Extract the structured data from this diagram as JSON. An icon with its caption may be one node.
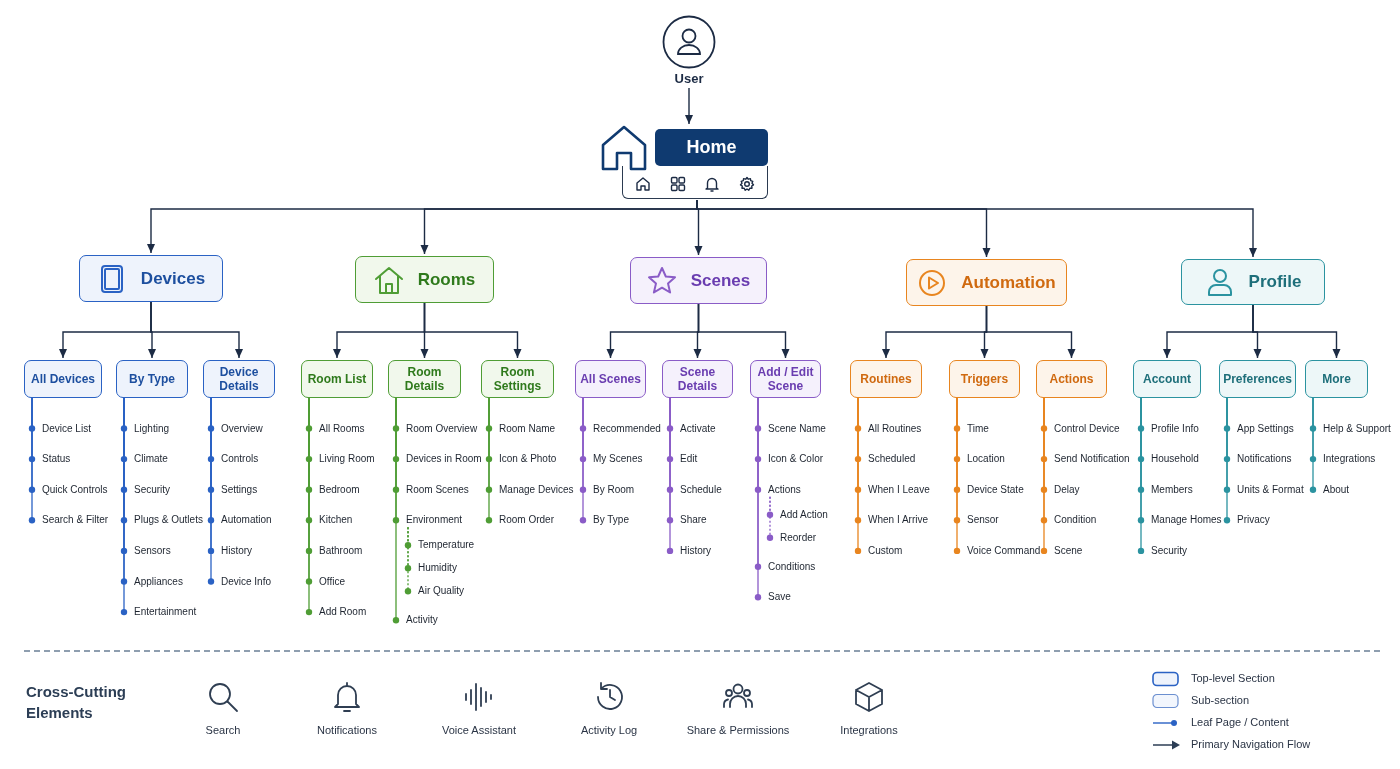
{
  "diagram": {
    "nodes": [
      {
        "text": [
          "User"
        ]
      },
      {
        "text": [
          "Home"
        ]
      },
      {
        "text": [
          "Devices"
        ]
      },
      {
        "text": [
          "Rooms"
        ]
      },
      {
        "text": [
          "Scenes"
        ]
      },
      {
        "text": [
          "Automation"
        ]
      },
      {
        "text": [
          "Profile"
        ]
      },
      {
        "text": [
          "All Devices"
        ]
      },
      {
        "text": [
          "By Type"
        ]
      },
      {
        "text": [
          "Device Details"
        ]
      },
      {
        "text": [
          "Room List"
        ]
      },
      {
        "text": [
          "Room Details"
        ]
      },
      {
        "text": [
          "Room Settings"
        ]
      },
      {
        "text": [
          "All Scenes"
        ]
      },
      {
        "text": [
          "Scene Details"
        ]
      },
      {
        "text": [
          "Add / Edit Scene"
        ]
      },
      {
        "text": [
          "Routines"
        ]
      },
      {
        "text": [
          "Triggers"
        ]
      },
      {
        "text": [
          "Actions"
        ]
      },
      {
        "text": [
          "Account"
        ]
      },
      {
        "text": [
          "Preferences"
        ]
      },
      {
        "text": [
          "More"
        ]
      },
      {
        "text": [
          "Device List"
        ]
      },
      {
        "text": [
          "Status"
        ]
      },
      {
        "text": [
          "Quick Controls"
        ]
      },
      {
        "text": [
          "Search & Filter"
        ]
      },
      {
        "text": [
          "Lighting"
        ]
      },
      {
        "text": [
          "Climate"
        ]
      },
      {
        "text": [
          "Security"
        ]
      },
      {
        "text": [
          "Plugs & Outlets"
        ]
      },
      {
        "text": [
          "Sensors"
        ]
      },
      {
        "text": [
          "Appliances"
        ]
      },
      {
        "text": [
          "Entertainment"
        ]
      },
      {
        "text": [
          "Overview"
        ]
      },
      {
        "text": [
          "Controls"
        ]
      },
      {
        "text": [
          "Settings"
        ]
      },
      {
        "text": [
          "Automation"
        ]
      },
      {
        "text": [
          "History"
        ]
      },
      {
        "text": [
          "Device Info"
        ]
      },
      {
        "text": [
          "All Rooms"
        ]
      },
      {
        "text": [
          "Living Room"
        ]
      },
      {
        "text": [
          "Bedroom"
        ]
      },
      {
        "text": [
          "Kitchen"
        ]
      },
      {
        "text": [
          "Bathroom"
        ]
      },
      {
        "text": [
          "Office"
        ]
      },
      {
        "text": [
          "Add Room"
        ]
      },
      {
        "text": [
          "Room Overview"
        ]
      },
      {
        "text": [
          "Devices in Room"
        ]
      },
      {
        "text": [
          "Room Scenes"
        ]
      },
      {
        "text": [
          "Environment"
        ]
      },
      {
        "text": [
          "Temperature"
        ]
      },
      {
        "text": [
          "Humidity"
        ]
      },
      {
        "text": [
          "Air Quality"
        ]
      },
      {
        "text": [
          "Activity"
        ]
      },
      {
        "text": [
          "Room Name"
        ]
      },
      {
        "text": [
          "Icon & Photo"
        ]
      },
      {
        "text": [
          "Manage Devices"
        ]
      },
      {
        "text": [
          "Room Order"
        ]
      },
      {
        "text": [
          "Recommended"
        ]
      },
      {
        "text": [
          "My Scenes"
        ]
      },
      {
        "text": [
          "By Room"
        ]
      },
      {
        "text": [
          "By Type"
        ]
      },
      {
        "text": [
          "Activate"
        ]
      },
      {
        "text": [
          "Edit"
        ]
      },
      {
        "text": [
          "Schedule"
        ]
      },
      {
        "text": [
          "Share"
        ]
      },
      {
        "text": [
          "History"
        ]
      },
      {
        "text": [
          "Scene Name"
        ]
      },
      {
        "text": [
          "Icon & Color"
        ]
      },
      {
        "text": [
          "Actions"
        ]
      },
      {
        "text": [
          "Add Action"
        ]
      },
      {
        "text": [
          "Reorder"
        ]
      },
      {
        "text": [
          "Conditions"
        ]
      },
      {
        "text": [
          "Save"
        ]
      },
      {
        "text": [
          "All Routines"
        ]
      },
      {
        "text": [
          "Scheduled"
        ]
      },
      {
        "text": [
          "When I Leave"
        ]
      },
      {
        "text": [
          "When I Arrive"
        ]
      },
      {
        "text": [
          "Custom"
        ]
      },
      {
        "text": [
          "Time"
        ]
      },
      {
        "text": [
          "Location"
        ]
      },
      {
        "text": [
          "Device State"
        ]
      },
      {
        "text": [
          "Sensor"
        ]
      },
      {
        "text": [
          "Voice Command"
        ]
      },
      {
        "text": [
          "Control Device"
        ]
      },
      {
        "text": [
          "Send Notification"
        ]
      },
      {
        "text": [
          "Delay"
        ]
      },
      {
        "text": [
          "Condition"
        ]
      },
      {
        "text": [
          "Scene"
        ]
      },
      {
        "text": [
          "Profile Info"
        ]
      },
      {
        "text": [
          "Household"
        ]
      },
      {
        "text": [
          "Members"
        ]
      },
      {
        "text": [
          "Manage Homes"
        ]
      },
      {
        "text": [
          "Security"
        ]
      },
      {
        "text": [
          "App Settings"
        ]
      },
      {
        "text": [
          "Notifications"
        ]
      },
      {
        "text": [
          "Units & Format"
        ]
      },
      {
        "text": [
          "Privacy"
        ]
      },
      {
        "text": [
          "Help & Support"
        ]
      },
      {
        "text": [
          "Integrations"
        ]
      },
      {
        "text": [
          "About"
        ]
      }
    ],
    "edges": [
      {
        "from": 0,
        "to": 1,
        "arrow": "to"
      },
      {
        "from": 1,
        "to": 2,
        "arrow": "to"
      },
      {
        "from": 1,
        "to": 3,
        "arrow": "to"
      },
      {
        "from": 1,
        "to": 4,
        "arrow": "to"
      },
      {
        "from": 1,
        "to": 5,
        "arrow": "to"
      },
      {
        "from": 1,
        "to": 6,
        "arrow": "to"
      },
      {
        "from": 2,
        "to": 7,
        "arrow": "to"
      },
      {
        "from": 2,
        "to": 8,
        "arrow": "to"
      },
      {
        "from": 2,
        "to": 9,
        "arrow": "to"
      },
      {
        "from": 3,
        "to": 10,
        "arrow": "to"
      },
      {
        "from": 3,
        "to": 11,
        "arrow": "to"
      },
      {
        "from": 3,
        "to": 12,
        "arrow": "to"
      },
      {
        "from": 4,
        "to": 13,
        "arrow": "to"
      },
      {
        "from": 4,
        "to": 14,
        "arrow": "to"
      },
      {
        "from": 4,
        "to": 15,
        "arrow": "to"
      },
      {
        "from": 5,
        "to": 16,
        "arrow": "to"
      },
      {
        "from": 5,
        "to": 17,
        "arrow": "to"
      },
      {
        "from": 5,
        "to": 18,
        "arrow": "to"
      },
      {
        "from": 6,
        "to": 19,
        "arrow": "to"
      },
      {
        "from": 6,
        "to": 20,
        "arrow": "to"
      },
      {
        "from": 6,
        "to": 21,
        "arrow": "to"
      },
      {
        "from": 7,
        "to": 22,
        "arrow": "other",
        "color": "#2a62c4"
      },
      {
        "from": 7,
        "to": 23,
        "arrow": "other",
        "color": "#2a62c4"
      },
      {
        "from": 7,
        "to": 24,
        "arrow": "other",
        "color": "#2a62c4"
      },
      {
        "from": 7,
        "to": 25,
        "arrow": "other",
        "color": "#2a62c4"
      },
      {
        "from": 8,
        "to": 26,
        "arrow": "other",
        "color": "#2a62c4"
      },
      {
        "from": 8,
        "to": 27,
        "arrow": "other",
        "color": "#2a62c4"
      },
      {
        "from": 8,
        "to": 28,
        "arrow": "other",
        "color": "#2a62c4"
      },
      {
        "from": 8,
        "to": 29,
        "arrow": "other",
        "color": "#2a62c4"
      },
      {
        "from": 8,
        "to": 30,
        "arrow": "other",
        "color": "#2a62c4"
      },
      {
        "from": 8,
        "to": 31,
        "arrow": "other",
        "color": "#2a62c4"
      },
      {
        "from": 8,
        "to": 32,
        "arrow": "other",
        "color": "#2a62c4"
      },
      {
        "from": 9,
        "to": 33,
        "arrow": "other",
        "color": "#2a62c4"
      },
      {
        "from": 9,
        "to": 34,
        "arrow": "other",
        "color": "#2a62c4"
      },
      {
        "from": 9,
        "to": 35,
        "arrow": "other",
        "color": "#2a62c4"
      },
      {
        "from": 9,
        "to": 36,
        "arrow": "other",
        "color": "#2a62c4"
      },
      {
        "from": 9,
        "to": 37,
        "arrow": "other",
        "color": "#2a62c4"
      },
      {
        "from": 9,
        "to": 38,
        "arrow": "other",
        "color": "#2a62c4"
      },
      {
        "from": 10,
        "to": 39,
        "arrow": "other",
        "color": "#4f9d35"
      },
      {
        "from": 10,
        "to": 40,
        "arrow": "other",
        "color": "#4f9d35"
      },
      {
        "from": 10,
        "to": 41,
        "arrow": "other",
        "color": "#4f9d35"
      },
      {
        "from": 10,
        "to": 42,
        "arrow": "other",
        "color": "#4f9d35"
      },
      {
        "from": 10,
        "to": 43,
        "arrow": "other",
        "color": "#4f9d35"
      },
      {
        "from": 10,
        "to": 44,
        "arrow": "other",
        "color": "#4f9d35"
      },
      {
        "from": 10,
        "to": 45,
        "arrow": "other",
        "color": "#4f9d35"
      },
      {
        "from": 11,
        "to": 46,
        "arrow": "other",
        "color": "#4f9d35"
      },
      {
        "from": 11,
        "to": 47,
        "arrow": "other",
        "color": "#4f9d35"
      },
      {
        "from": 11,
        "to": 48,
        "arrow": "other",
        "color": "#4f9d35"
      },
      {
        "from": 11,
        "to": 49,
        "arrow": "other",
        "color": "#4f9d35"
      },
      {
        "from": 11,
        "to": 53,
        "arrow": "other",
        "color": "#4f9d35"
      },
      {
        "from": 49,
        "to": 50,
        "arrow": "other",
        "style": "dashed",
        "color": "#4f9d35"
      },
      {
        "from": 49,
        "to": 51,
        "arrow": "other",
        "style": "dashed",
        "color": "#4f9d35"
      },
      {
        "from": 49,
        "to": 52,
        "arrow": "other",
        "style": "dashed",
        "color": "#4f9d35"
      },
      {
        "from": 12,
        "to": 54,
        "arrow": "other",
        "color": "#4f9d35"
      },
      {
        "from": 12,
        "to": 55,
        "arrow": "other",
        "color": "#4f9d35"
      },
      {
        "from": 12,
        "to": 56,
        "arrow": "other",
        "color": "#4f9d35"
      },
      {
        "from": 12,
        "to": 57,
        "arrow": "other",
        "color": "#4f9d35"
      },
      {
        "from": 13,
        "to": 58,
        "arrow": "other",
        "color": "#8a5cc7"
      },
      {
        "from": 13,
        "to": 59,
        "arrow": "other",
        "color": "#8a5cc7"
      },
      {
        "from": 13,
        "to": 60,
        "arrow": "other",
        "color": "#8a5cc7"
      },
      {
        "from": 13,
        "to": 61,
        "arrow": "other",
        "color": "#8a5cc7"
      },
      {
        "from": 14,
        "to": 62,
        "arrow": "other",
        "color": "#8a5cc7"
      },
      {
        "from": 14,
        "to": 63,
        "arrow": "other",
        "color": "#8a5cc7"
      },
      {
        "from": 14,
        "to": 64,
        "arrow": "other",
        "color": "#8a5cc7"
      },
      {
        "from": 14,
        "to": 65,
        "arrow": "other",
        "color": "#8a5cc7"
      },
      {
        "from": 14,
        "to": 66,
        "arrow": "other",
        "color": "#8a5cc7"
      },
      {
        "from": 15,
        "to": 67,
        "arrow": "other",
        "color": "#8a5cc7"
      },
      {
        "from": 15,
        "to": 68,
        "arrow": "other",
        "color": "#8a5cc7"
      },
      {
        "from": 15,
        "to": 69,
        "arrow": "other",
        "color": "#8a5cc7"
      },
      {
        "from": 15,
        "to": 72,
        "arrow": "other",
        "color": "#8a5cc7"
      },
      {
        "from": 15,
        "to": 73,
        "arrow": "other",
        "color": "#8a5cc7"
      },
      {
        "from": 69,
        "to": 70,
        "arrow": "other",
        "style": "dashed",
        "color": "#8a5cc7"
      },
      {
        "from": 69,
        "to": 71,
        "arrow": "other",
        "style": "dashed",
        "color": "#8a5cc7"
      },
      {
        "from": 16,
        "to": 74,
        "arrow": "other",
        "color": "#e8851f"
      },
      {
        "from": 16,
        "to": 75,
        "arrow": "other",
        "color": "#e8851f"
      },
      {
        "from": 16,
        "to": 76,
        "arrow": "other",
        "color": "#e8851f"
      },
      {
        "from": 16,
        "to": 77,
        "arrow": "other",
        "color": "#e8851f"
      },
      {
        "from": 16,
        "to": 78,
        "arrow": "other",
        "color": "#e8851f"
      },
      {
        "from": 17,
        "to": 79,
        "arrow": "other",
        "color": "#e8851f"
      },
      {
        "from": 17,
        "to": 80,
        "arrow": "other",
        "color": "#e8851f"
      },
      {
        "from": 17,
        "to": 81,
        "arrow": "other",
        "color": "#e8851f"
      },
      {
        "from": 17,
        "to": 82,
        "arrow": "other",
        "color": "#e8851f"
      },
      {
        "from": 17,
        "to": 83,
        "arrow": "other",
        "color": "#e8851f"
      },
      {
        "from": 18,
        "to": 84,
        "arrow": "other",
        "color": "#e8851f"
      },
      {
        "from": 18,
        "to": 85,
        "arrow": "other",
        "color": "#e8851f"
      },
      {
        "from": 18,
        "to": 86,
        "arrow": "other",
        "color": "#e8851f"
      },
      {
        "from": 18,
        "to": 87,
        "arrow": "other",
        "color": "#e8851f"
      },
      {
        "from": 18,
        "to": 88,
        "arrow": "other",
        "color": "#e8851f"
      },
      {
        "from": 19,
        "to": 89,
        "arrow": "other",
        "color": "#2b93a0"
      },
      {
        "from": 19,
        "to": 90,
        "arrow": "other",
        "color": "#2b93a0"
      },
      {
        "from": 19,
        "to": 91,
        "arrow": "other",
        "color": "#2b93a0"
      },
      {
        "from": 19,
        "to": 92,
        "arrow": "other",
        "color": "#2b93a0"
      },
      {
        "from": 19,
        "to": 93,
        "arrow": "other",
        "color": "#2b93a0"
      },
      {
        "from": 20,
        "to": 94,
        "arrow": "other",
        "color": "#2b93a0"
      },
      {
        "from": 20,
        "to": 95,
        "arrow": "other",
        "color": "#2b93a0"
      },
      {
        "from": 20,
        "to": 96,
        "arrow": "other",
        "color": "#2b93a0"
      },
      {
        "from": 20,
        "to": 97,
        "arrow": "other",
        "color": "#2b93a0"
      },
      {
        "from": 21,
        "to": 98,
        "arrow": "other",
        "color": "#2b93a0"
      },
      {
        "from": 21,
        "to": 99,
        "arrow": "other",
        "color": "#2b93a0"
      },
      {
        "from": 21,
        "to": 100,
        "arrow": "other",
        "color": "#2b93a0"
      }
    ],
    "labels": [
      "Cross-Cutting Elements",
      "Search",
      "Notifications",
      "Voice Assistant",
      "Activity Log",
      "Share & Permissions",
      "Integrations"
    ],
    "legend": [
      {
        "text": "Top-level Section"
      },
      {
        "text": "Sub-section"
      },
      {
        "text": "Leaf Page / Content"
      },
      {
        "text": "Primary Navigation Flow"
      }
    ]
  }
}
